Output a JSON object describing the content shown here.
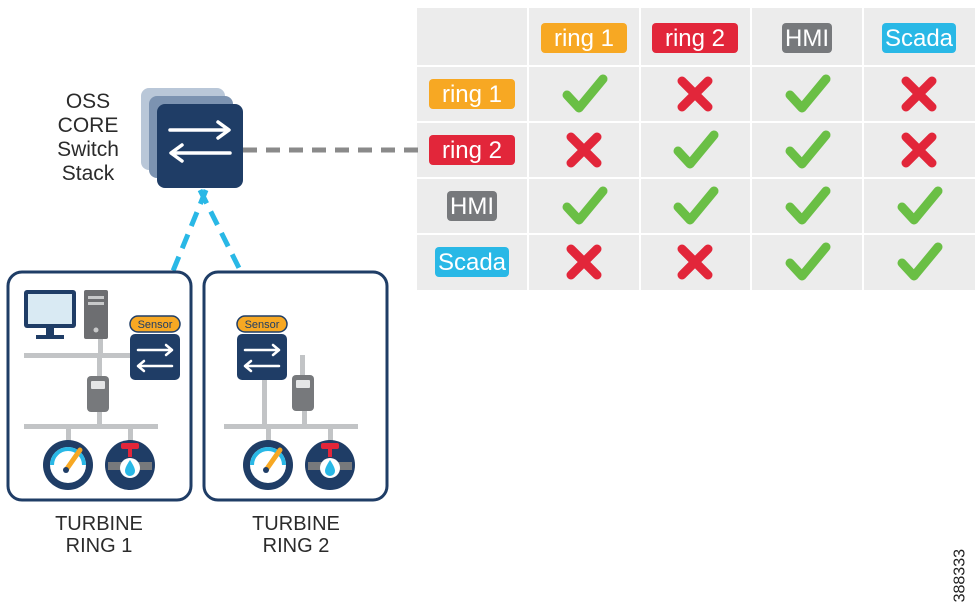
{
  "switch_stack": {
    "line1": "OSS",
    "line2": "CORE",
    "line3": "Switch",
    "line4": "Stack"
  },
  "turbine_ring_1": {
    "line1": "TURBINE",
    "line2": "RING 1",
    "sensor_label": "Sensor"
  },
  "turbine_ring_2": {
    "line1": "TURBINE",
    "line2": "RING 2",
    "sensor_label": "Sensor"
  },
  "matrix": {
    "columns": [
      {
        "label": "ring 1",
        "color": "#f7a823"
      },
      {
        "label": "ring 2",
        "color": "#e2263a"
      },
      {
        "label": "HMI",
        "color": "#77797c"
      },
      {
        "label": "Scada",
        "color": "#29b8e6"
      }
    ],
    "rows": [
      {
        "label": "ring 1",
        "color": "#f7a823",
        "cells": [
          true,
          false,
          true,
          false
        ]
      },
      {
        "label": "ring 2",
        "color": "#e2263a",
        "cells": [
          false,
          true,
          true,
          false
        ]
      },
      {
        "label": "HMI",
        "color": "#77797c",
        "cells": [
          true,
          true,
          true,
          true
        ]
      },
      {
        "label": "Scada",
        "color": "#29b8e6",
        "cells": [
          false,
          false,
          true,
          true
        ]
      }
    ],
    "allowed_icon": "check-icon",
    "denied_icon": "x-icon",
    "allowed_color": "#6abf45",
    "denied_color": "#e2263a"
  },
  "figure_id": "388333"
}
